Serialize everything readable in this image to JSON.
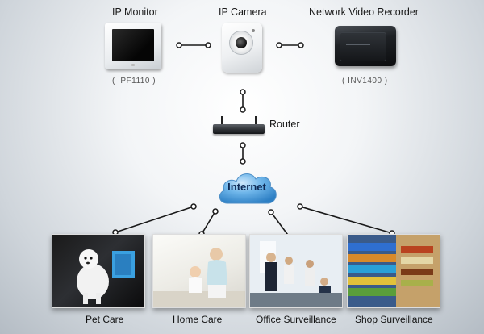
{
  "devices": {
    "monitor": {
      "label": "IP Monitor",
      "model": "( IPF1110 )"
    },
    "camera": {
      "label": "IP Camera"
    },
    "nvr": {
      "label": "Network Video Recorder",
      "model": "( INV1400 )"
    },
    "router": {
      "label": "Router"
    },
    "internet": {
      "label": "Internet"
    }
  },
  "applications": [
    {
      "label": "Pet Care"
    },
    {
      "label": "Home Care"
    },
    {
      "label": "Office Surveillance"
    },
    {
      "label": "Shop Surveillance"
    }
  ],
  "colors": {
    "link": "#1a1a1a",
    "cloud": "#4da8e8",
    "text": "#1a1a1a"
  }
}
